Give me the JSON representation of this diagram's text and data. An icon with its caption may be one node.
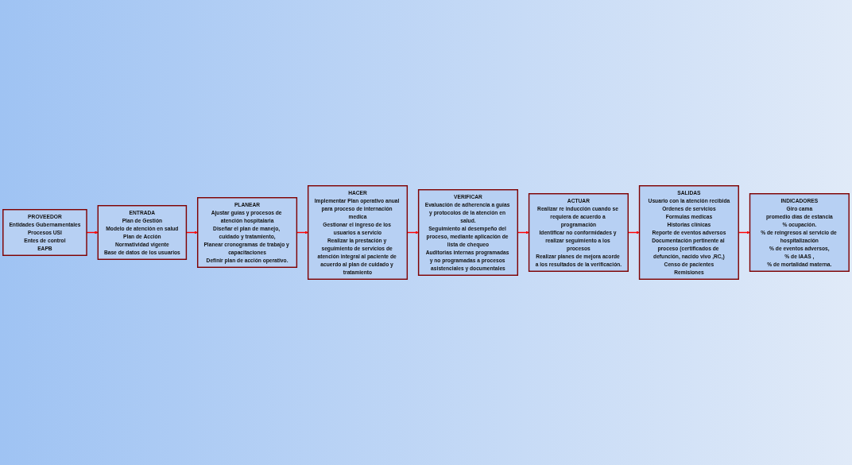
{
  "diagram": {
    "nodes": [
      {
        "text": [
          "PROVEEDOR",
          "Entidades Gubernamentales",
          "Procesos USI",
          "Entes de control",
          "EAPB"
        ]
      },
      {
        "text": [
          "ENTRADA",
          "Plan de Gestión",
          "Modelo de atención en salud",
          "Plan de Acción",
          "Normatividad vigente",
          "Base de datos de los usuarios"
        ]
      },
      {
        "text": [
          "HACER",
          "Implementar Plan operativo anual para proceso de internación medica",
          "Gestionar el ingreso de los usuarios a servicio",
          "Realizar la prestación y seguimiento de servicios de atención integral al paciente de acuerdo al plan de cuidado y tratamiento"
        ]
      },
      {
        "text": [
          "VERIFICAR",
          "Evaluación de adherencia a guías y protocolos de la atención en salud.",
          "Seguimiento al desempeño del proceso, mediante aplicación de lista de chequeo",
          "Auditorias internas programadas y no programadas a procesos asistenciales y documentales"
        ]
      },
      {
        "text": [
          "SALIDAS",
          "Usuario con la atención recibida",
          "Ordenes de servicios",
          "Formulas medicas",
          "Historias clínicas",
          "Reporte de eventos adversos",
          "Documentación pertinente al proceso (certificados de defunción, nacido vivo ,RC,)",
          "Censo de pacientes",
          "Remisiones"
        ]
      },
      {
        "text": [
          "INDICADORES",
          "Giro cama",
          "promedio días de estancia",
          "% ocupación.",
          "% de reingresos al servicio de hospitalización",
          "% de eventos adversos,",
          "% de IAAS ,",
          "% de mortalidad materna."
        ]
      },
      {
        "text": [
          "PLANEAR",
          "Ajustar guías y procesos de atención hospitalaria",
          "Diseñar el plan de manejo, cuidado y tratamiento,",
          "Planear cronogramas de trabajo y capacitaciones",
          "Definir plan de acción operativo."
        ]
      },
      {
        "text": [
          "ACTUAR",
          "Realizar re inducción cuando se requiera de acuerdo a programación",
          "Identificar no conformidades y realizar seguimiento a los procesos",
          "Realizar planes de mejora acorde a los resultados de la verificación."
        ]
      }
    ],
    "edges": [
      {
        "from": 0,
        "to": 1,
        "arrow": "to"
      },
      {
        "from": 1,
        "to": 6,
        "arrow": "to"
      },
      {
        "from": 6,
        "to": 2,
        "arrow": "to"
      },
      {
        "from": 2,
        "to": 3,
        "arrow": "to"
      },
      {
        "from": 3,
        "to": 7,
        "arrow": "to"
      },
      {
        "from": 7,
        "to": 4,
        "arrow": "to"
      },
      {
        "from": 4,
        "to": 5,
        "arrow": "to"
      }
    ]
  }
}
